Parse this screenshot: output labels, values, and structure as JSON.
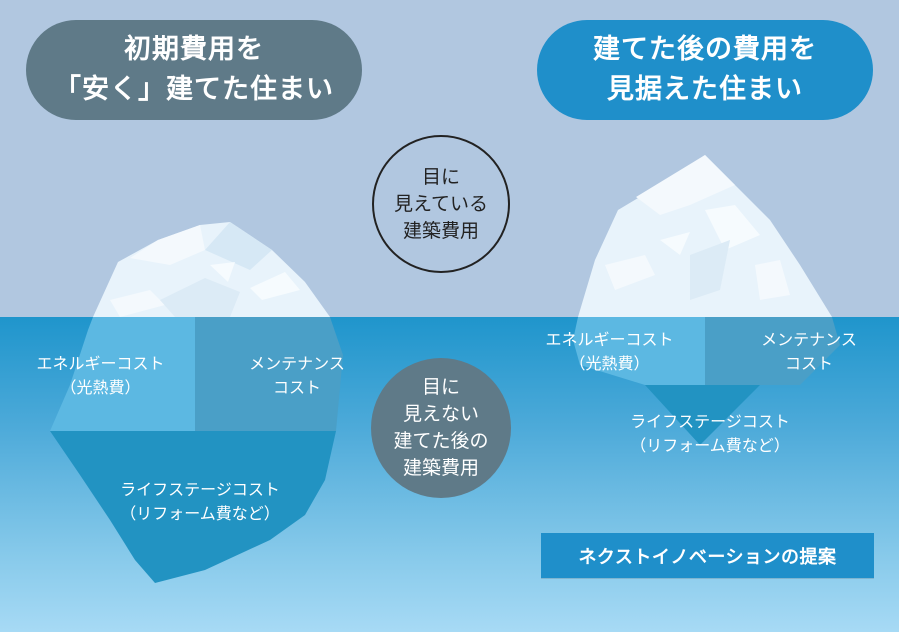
{
  "colors": {
    "sky": "#b1c7e0",
    "sea_top": "#1f95cc",
    "sea_bottom": "#a7daf5",
    "gray_pill": "#5f7a88",
    "blue_pill": "#1f8fca",
    "iceberg_light": "#e8f3fb",
    "energy_block": "#5cb8e2",
    "maintenance_block": "#4a9fc7",
    "lifestage_block": "#2293c2"
  },
  "left_header": {
    "line1": "初期費用を",
    "line2": "「安く」建てた住まい"
  },
  "right_header": {
    "line1": "建てた後の費用を",
    "line2": "見据えた住まい"
  },
  "visible_circle": {
    "line1": "目に",
    "line2": "見えている",
    "line3": "建築費用"
  },
  "hidden_circle": {
    "line1": "目に",
    "line2": "見えない",
    "line3": "建てた後の",
    "line4": "建築費用"
  },
  "left_iceberg": {
    "energy": {
      "line1": "エネルギーコスト",
      "line2": "（光熱費）"
    },
    "maintenance": {
      "line1": "メンテナンス",
      "line2": "コスト"
    },
    "lifestage": {
      "line1": "ライフステージコスト",
      "line2": "（リフォーム費など）"
    }
  },
  "right_iceberg": {
    "energy": {
      "line1": "エネルギーコスト",
      "line2": "（光熱費）"
    },
    "maintenance": {
      "line1": "メンテナンス",
      "line2": "コスト"
    },
    "lifestage": {
      "line1": "ライフステージコスト",
      "line2": "（リフォーム費など）"
    }
  },
  "proposal_badge": {
    "label": "ネクストイノベーションの提案"
  }
}
